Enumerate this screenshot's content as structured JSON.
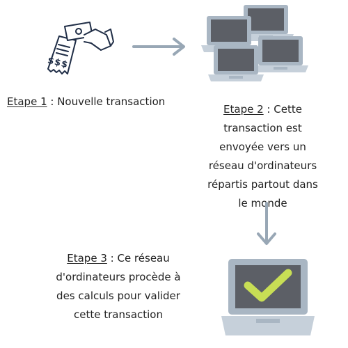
{
  "colors": {
    "ink": "#222222",
    "icon_navy": "#1f2d46",
    "arrow": "#98a7b5",
    "laptop_frame": "#a9b6c3",
    "laptop_screen": "#5c5f66",
    "laptop_base": "#c6d0da",
    "check": "#c8de55"
  },
  "icons": {
    "step1": "hand-with-bill-and-receipt-icon",
    "step2": "network-of-laptops-icon",
    "step3": "laptop-with-checkmark-icon",
    "arrow_right": "arrow-right-icon",
    "arrow_down": "arrow-down-icon"
  },
  "receipt_symbol": "$$$",
  "steps": [
    {
      "title": "Etape 1",
      "lines": [
        " : Nouvelle transaction"
      ]
    },
    {
      "title": "Etape 2",
      "lines": [
        " : Cette",
        "transaction est",
        "envoyée vers un",
        "réseau d'ordinateurs",
        "répartis partout dans",
        "le monde"
      ]
    },
    {
      "title": "Etape 3",
      "lines": " :  Ce réseau|d'ordinateurs procède à|des calculs pour valider|cette transaction"
    }
  ]
}
